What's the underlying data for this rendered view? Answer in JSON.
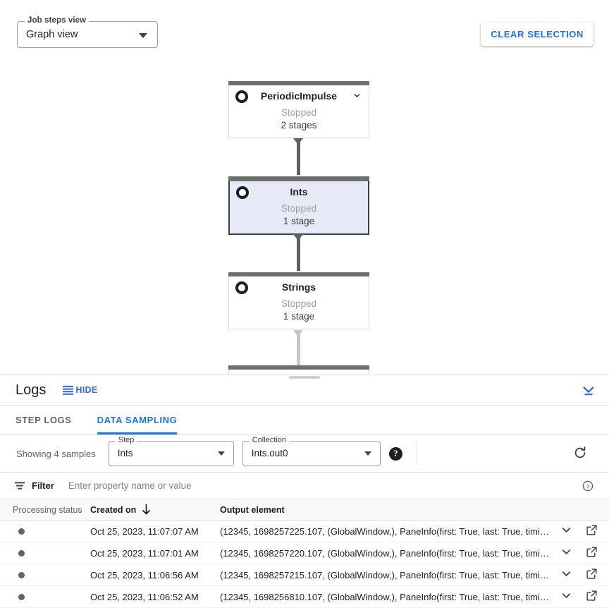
{
  "toolbar": {
    "job_steps_view_legend": "Job steps view",
    "job_steps_view_value": "Graph view",
    "clear_selection_label": "CLEAR SELECTION"
  },
  "graph": {
    "nodes": [
      {
        "title": "PeriodicImpulse",
        "status": "Stopped",
        "stages": "2 stages",
        "selected": false,
        "has_chevron": true
      },
      {
        "title": "Ints",
        "status": "Stopped",
        "stages": "1 stage",
        "selected": true,
        "has_chevron": false
      },
      {
        "title": "Strings",
        "status": "Stopped",
        "stages": "1 stage",
        "selected": false,
        "has_chevron": false
      }
    ]
  },
  "logs": {
    "title": "Logs",
    "hide_label": "HIDE",
    "tabs": [
      {
        "label": "STEP LOGS",
        "active": false
      },
      {
        "label": "DATA SAMPLING",
        "active": true
      }
    ]
  },
  "sampling": {
    "showing_text": "Showing 4 samples",
    "step_legend": "Step",
    "step_value": "Ints",
    "collection_legend": "Collection",
    "collection_value": "Ints.out0",
    "help_glyph": "?"
  },
  "filter": {
    "label": "Filter",
    "placeholder": "Enter property name or value",
    "value": ""
  },
  "table": {
    "columns": [
      "Processing status",
      "Created on",
      "Output element"
    ],
    "sort_column": "Created on",
    "sort_direction": "desc",
    "rows": [
      {
        "created_on": "Oct 25, 2023, 11:07:07 AM",
        "output_element": "(12345, 1698257225.107, (GlobalWindow,), PaneInfo(first: True, last: True, timing…"
      },
      {
        "created_on": "Oct 25, 2023, 11:07:01 AM",
        "output_element": "(12345, 1698257220.107, (GlobalWindow,), PaneInfo(first: True, last: True, timing…"
      },
      {
        "created_on": "Oct 25, 2023, 11:06:56 AM",
        "output_element": "(12345, 1698257215.107, (GlobalWindow,), PaneInfo(first: True, last: True, timing…"
      },
      {
        "created_on": "Oct 25, 2023, 11:06:52 AM",
        "output_element": "(12345, 1698256810.107, (GlobalWindow,), PaneInfo(first: True, last: True, timing…"
      }
    ]
  },
  "colors": {
    "accent_blue": "#1a73e8",
    "node_selected_fill": "#e6eaf6",
    "node_bar_gray": "#6e6e6e",
    "status_dot": "#5f6368"
  }
}
